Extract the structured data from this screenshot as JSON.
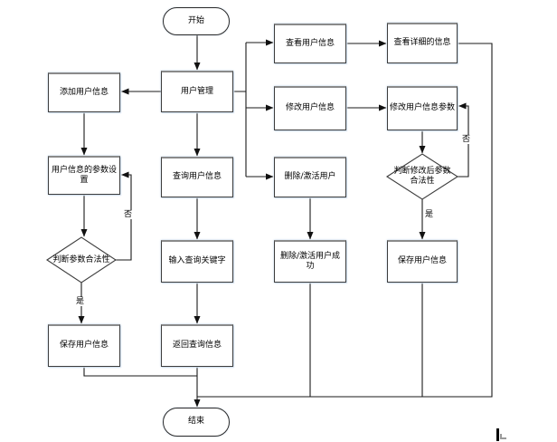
{
  "diagram": {
    "nodes": {
      "start": {
        "label": "开始"
      },
      "user_mgmt": {
        "label": "用户管理"
      },
      "add_user": {
        "label": "添加用户信息"
      },
      "view_user": {
        "label": "查看用户信息"
      },
      "view_detail": {
        "label": "查看详细的信息"
      },
      "modify_user": {
        "label": "修改用户信息"
      },
      "modify_params": {
        "label": "修改用户信息参数"
      },
      "param_settings": {
        "label": "用户信息的参数设置"
      },
      "query_user": {
        "label": "查询用户信息"
      },
      "delete_activate": {
        "label": "删除/激活用户"
      },
      "judge_params": {
        "label": "判断参数合法性"
      },
      "judge_modified": {
        "label": "判断修改后参数合法性"
      },
      "input_keyword": {
        "label": "输入查询关键字"
      },
      "delete_success": {
        "label": "删除/激活用户成功"
      },
      "save_user_right": {
        "label": "保存用户信息"
      },
      "save_user_left": {
        "label": "保存用户信息"
      },
      "return_query": {
        "label": "返回查询信息"
      },
      "end": {
        "label": "结束"
      }
    },
    "branch_labels": {
      "judge_params_no": "否",
      "judge_params_yes": "是",
      "judge_modified_no": "否",
      "judge_modified_yes": "是"
    },
    "colors": {
      "line": "#1a1a1a",
      "box_border": "#3d3d3d",
      "box_border_top": "#8a8a8a",
      "glow": "#b4cbe4",
      "background": "#ffffff",
      "text": "#000000"
    }
  }
}
